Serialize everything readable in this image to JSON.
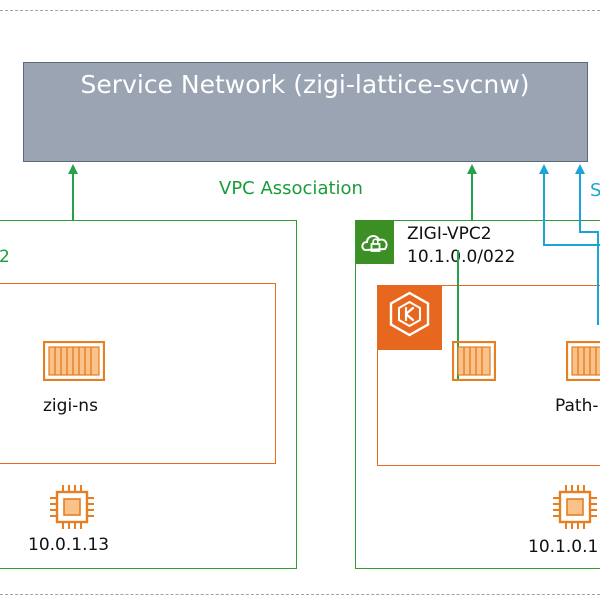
{
  "service_network": {
    "title": "Service Network (zigi-lattice-svcnw)"
  },
  "vpc_association_label": "VPC Association",
  "cut_blue_label": "S",
  "left_vpc": {
    "title_fragment": "2",
    "namespace": "zigi-ns",
    "node_ip": "10.0.1.13"
  },
  "right_vpc": {
    "name": "ZIGI-VPC2",
    "cidr": "10.1.0.0/022",
    "pod_label_fragment": "Path-",
    "node_ip_fragment": "10.1.0.1"
  },
  "colors": {
    "vpc_green": "#2f9e2f",
    "cluster_orange": "#e86a1e",
    "service_gray": "#9aa4b3",
    "association_green": "#1a9c3a",
    "path_blue": "#1aa5d6"
  },
  "icons": [
    "arrow-up-icon",
    "container-icon",
    "chip-icon",
    "cloud-lock-icon",
    "kubernetes-icon"
  ]
}
